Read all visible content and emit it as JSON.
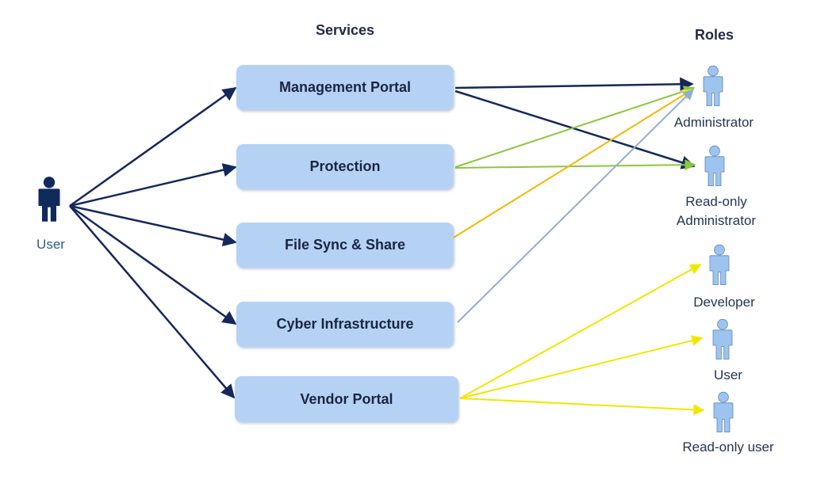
{
  "headings": {
    "services": "Services",
    "roles": "Roles"
  },
  "actor": {
    "label": "User",
    "icon": "user-icon",
    "color": "#102a5c"
  },
  "services": [
    {
      "label": "Management Portal"
    },
    {
      "label": "Protection"
    },
    {
      "label": "File Sync & Share"
    },
    {
      "label": "Cyber Infrastructure"
    },
    {
      "label": "Vendor Portal"
    }
  ],
  "roles": [
    {
      "line1": "Administrator",
      "line2": ""
    },
    {
      "line1": "Read-only",
      "line2": "Administrator"
    },
    {
      "line1": "Developer",
      "line2": ""
    },
    {
      "line1": "User",
      "line2": ""
    },
    {
      "line1": "Read-only user",
      "line2": ""
    }
  ],
  "colors": {
    "service_box": "#b5d2f5",
    "user_arrows": "#14285a",
    "management_portal_links": "#14285a",
    "protection_links": "#8dc63f",
    "file_sync_links": "#f5b800",
    "cyber_infrastructure_links": "#8faed6",
    "vendor_portal_links": "#f2e600",
    "role_icon": "#9cc4ef"
  },
  "links": [
    {
      "from": "User",
      "to": "Management Portal"
    },
    {
      "from": "User",
      "to": "Protection"
    },
    {
      "from": "User",
      "to": "File Sync & Share"
    },
    {
      "from": "User",
      "to": "Cyber Infrastructure"
    },
    {
      "from": "User",
      "to": "Vendor Portal"
    },
    {
      "from": "Management Portal",
      "to": "Administrator"
    },
    {
      "from": "Management Portal",
      "to": "Read-only Administrator"
    },
    {
      "from": "Protection",
      "to": "Administrator"
    },
    {
      "from": "Protection",
      "to": "Read-only Administrator"
    },
    {
      "from": "File Sync & Share",
      "to": "Administrator"
    },
    {
      "from": "Cyber Infrastructure",
      "to": "Administrator"
    },
    {
      "from": "Vendor Portal",
      "to": "Developer"
    },
    {
      "from": "Vendor Portal",
      "to": "User"
    },
    {
      "from": "Vendor Portal",
      "to": "Read-only user"
    }
  ]
}
